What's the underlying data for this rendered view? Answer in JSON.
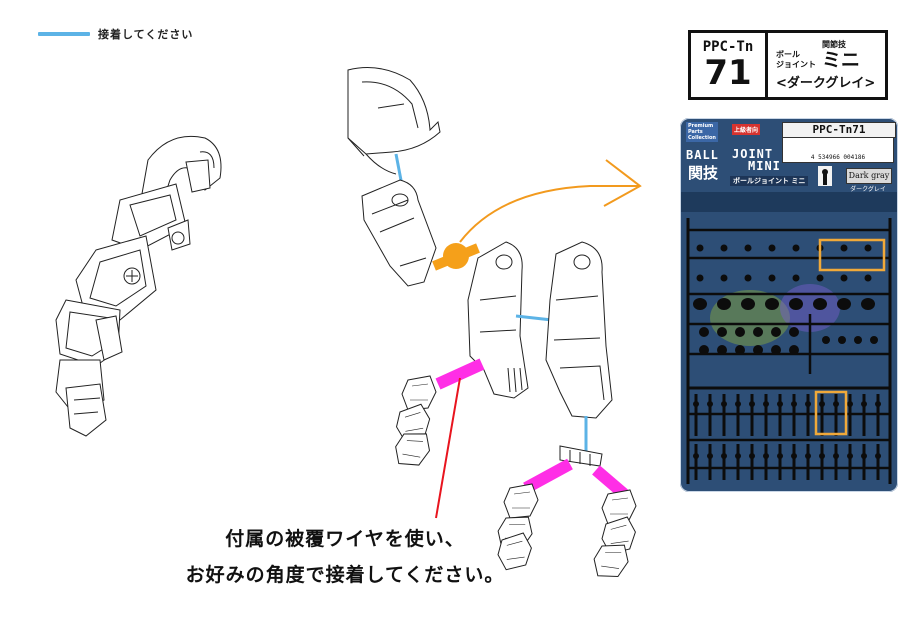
{
  "legend": {
    "label": "接着してください",
    "line_color": "#5cb3e6"
  },
  "caption": {
    "line1": "付属の被覆ワイヤを使い、",
    "line2": "お好みの角度で接着してください。"
  },
  "product_label": {
    "code": "PPC-Tn",
    "number": "71",
    "title_top": "関節技",
    "title_sub_1": "ボール",
    "title_sub_2": "ジョイント",
    "title_big": "ミニ",
    "color_name": "<ダークグレイ>"
  },
  "package": {
    "title": "PPC-Tn71",
    "barcode": "4 534966 004186",
    "brand": "Premium Parts Collection",
    "tag": "上級者向",
    "logo_left": "BALL",
    "logo_right_1": "JOINT",
    "logo_right_2": "MINI",
    "kanji": "関技",
    "name": "ボールジョイント ミニ",
    "color_en": "Dark gray",
    "color_jp": "ダークグレイ"
  },
  "colors": {
    "glue_line": "#5cb3e6",
    "wire": "#ff2ee6",
    "wire_orange": "#f5a01a",
    "pointer_red": "#e8141e",
    "arrow_orange": "#f29a1e",
    "highlight_box": "#f0a93a",
    "outline": "#222222"
  }
}
